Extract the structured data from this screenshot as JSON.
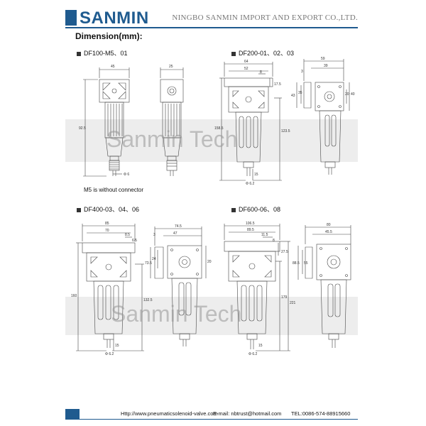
{
  "header": {
    "brand": "SANMIN",
    "company": "NINGBO SANMIN IMPORT AND EXPORT CO.,LTD."
  },
  "page": {
    "section_title": "Dimension(mm):",
    "watermark": "Sanmin Tech"
  },
  "models": [
    {
      "title": "DF100-M5、01",
      "note": "M5 is without connector",
      "dims": [
        "45",
        "25",
        "92.5",
        "Φ 6"
      ]
    },
    {
      "title": "DF200-01、02、03",
      "dims": [
        "64",
        "52",
        "8",
        "59",
        "39",
        "3",
        "17.5",
        "43",
        "35",
        "20",
        "40",
        "158.5",
        "123.5",
        "15",
        "Φ 6.2"
      ]
    },
    {
      "title": "DF400-03、04、06",
      "dims": [
        "85",
        "70",
        "8.5",
        "6.5",
        "74.5",
        "47",
        "3",
        "73.5",
        "24",
        "20",
        "160",
        "132.5",
        "15",
        "Φ 6.2"
      ]
    },
    {
      "title": "DF600-06、08",
      "dims": [
        "106.5",
        "89.5",
        "11.5",
        "8",
        "27.5",
        "80",
        "45.5",
        "88.5",
        "55",
        "179",
        "221",
        "15",
        "Φ 6.2"
      ]
    }
  ],
  "footer": {
    "web": "Http://www.pneumaticsolenoid-valve.com",
    "email": "E-mail: nbtrust@hotmail.com",
    "tel": "TEL:0086-574-88915660"
  },
  "colors": {
    "brand": "#1f5b8f",
    "line": "#444444"
  }
}
